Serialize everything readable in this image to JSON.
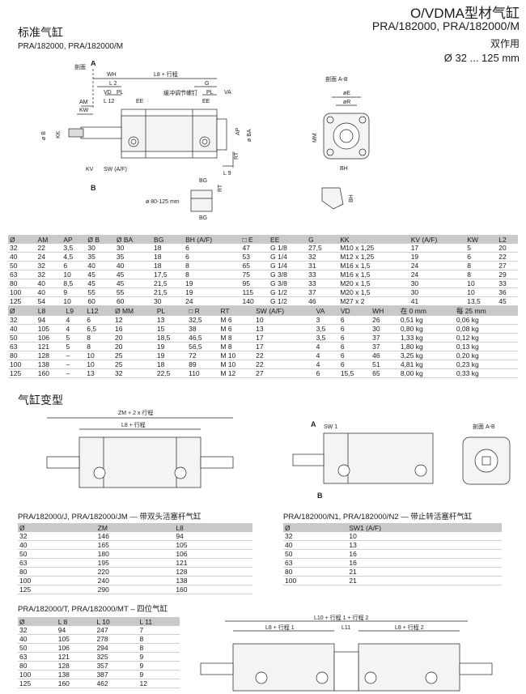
{
  "header": {
    "title_right": "O/VDMA型材气缸",
    "models_right": "PRA/182000, PRA/182000/M",
    "action": "双作用",
    "bore_range": "Ø 32 ... 125 mm",
    "title_left": "标准气缸",
    "models_left": "PRA/182000, PRA/182000/M"
  },
  "drawing1": {
    "section_A": "A",
    "section_B": "B",
    "cut_label": "剖面",
    "l8": "L8 + 行程",
    "wh": "WH",
    "l2": "L 2",
    "g": "G",
    "vd": "VD",
    "pl": "PL",
    "va": "VA",
    "l12": "L 12",
    "ee": "EE",
    "am": "AM",
    "kw": "KW",
    "kk": "KK",
    "b": "ø B",
    "cushion": "缓冲调节螺钉",
    "ap": "AP",
    "ba": "ø BA",
    "kv": "KV",
    "sw": "SW (A/F)",
    "l9": "L 9",
    "rt": "RT",
    "bg": "BG",
    "note": "ø 80-125 mm"
  },
  "drawing2": {
    "section": "剖面 A-B",
    "e": "øE",
    "r": "øR",
    "mm": "MM",
    "bh": "BH"
  },
  "table1": {
    "headers": [
      "Ø",
      "AM",
      "AP",
      "Ø B",
      "Ø BA",
      "BG",
      "BH (A/F)",
      "□ E",
      "EE",
      "G",
      "KK",
      "KV (A/F)",
      "KW",
      "L2"
    ],
    "rows": [
      [
        "32",
        "22",
        "3,5",
        "30",
        "30",
        "18",
        "6",
        "47",
        "G 1/8",
        "27,5",
        "M10 x 1,25",
        "17",
        "5",
        "20"
      ],
      [
        "40",
        "24",
        "4,5",
        "35",
        "35",
        "18",
        "6",
        "53",
        "G 1/4",
        "32",
        "M12 x 1,25",
        "19",
        "6",
        "22"
      ],
      [
        "50",
        "32",
        "6",
        "40",
        "40",
        "18",
        "8",
        "65",
        "G 1/4",
        "31",
        "M16 x 1,5",
        "24",
        "8",
        "27"
      ],
      [
        "63",
        "32",
        "10",
        "45",
        "45",
        "17,5",
        "8",
        "75",
        "G 3/8",
        "33",
        "M16 x 1,5",
        "24",
        "8",
        "29"
      ],
      [
        "80",
        "40",
        "8,5",
        "45",
        "45",
        "21,5",
        "19",
        "95",
        "G 3/8",
        "33",
        "M20 x 1,5",
        "30",
        "10",
        "33"
      ],
      [
        "100",
        "40",
        "9",
        "55",
        "55",
        "21,5",
        "19",
        "115",
        "G 1/2",
        "37",
        "M20 x 1,5",
        "30",
        "10",
        "36"
      ],
      [
        "125",
        "54",
        "10",
        "60",
        "60",
        "30",
        "24",
        "140",
        "G 1/2",
        "46",
        "M27 x 2",
        "41",
        "13,5",
        "45"
      ]
    ]
  },
  "table2": {
    "headers": [
      "Ø",
      "L8",
      "L9",
      "L12",
      "Ø MM",
      "PL",
      "□ R",
      "RT",
      "SW (A/F)",
      "VA",
      "VD",
      "WH",
      "在 0 mm",
      "每 25 mm"
    ],
    "rows": [
      [
        "32",
        "94",
        "4",
        "6",
        "12",
        "13",
        "32,5",
        "M 6",
        "10",
        "3",
        "6",
        "26",
        "0,51 kg",
        "0,06 kg"
      ],
      [
        "40",
        "105",
        "4",
        "6,5",
        "16",
        "15",
        "38",
        "M 6",
        "13",
        "3,5",
        "6",
        "30",
        "0,80 kg",
        "0,08 kg"
      ],
      [
        "50",
        "106",
        "5",
        "8",
        "20",
        "18,5",
        "46,5",
        "M 8",
        "17",
        "3,5",
        "6",
        "37",
        "1,33 kg",
        "0,12 kg"
      ],
      [
        "63",
        "121",
        "5",
        "8",
        "20",
        "19",
        "56,5",
        "M 8",
        "17",
        "4",
        "6",
        "37",
        "1,80 kg",
        "0,13 kg"
      ],
      [
        "80",
        "128",
        "–",
        "10",
        "25",
        "19",
        "72",
        "M 10",
        "22",
        "4",
        "6",
        "46",
        "3,25 kg",
        "0,20 kg"
      ],
      [
        "100",
        "138",
        "–",
        "10",
        "25",
        "18",
        "89",
        "M 10",
        "22",
        "4",
        "6",
        "51",
        "4,81 kg",
        "0,23 kg"
      ],
      [
        "125",
        "160",
        "–",
        "13",
        "32",
        "22,5",
        "110",
        "M 12",
        "27",
        "6",
        "15,5",
        "65",
        "8,00 kg",
        "0,33 kg"
      ]
    ]
  },
  "variants": {
    "title": "气缸变型",
    "zm_label": "ZM + 2 x 行程",
    "l8_label": "L8 + 行程",
    "sw1": "SW 1",
    "a": "A",
    "b": "B",
    "section": "剖面 A-B"
  },
  "jm": {
    "title": "PRA/182000/J, PRA/182000/JM — 带双头活塞杆气缸",
    "headers": [
      "Ø",
      "ZM",
      "L8"
    ],
    "rows": [
      [
        "32",
        "146",
        "94"
      ],
      [
        "40",
        "165",
        "105"
      ],
      [
        "50",
        "180",
        "106"
      ],
      [
        "63",
        "195",
        "121"
      ],
      [
        "80",
        "220",
        "128"
      ],
      [
        "100",
        "240",
        "138"
      ],
      [
        "125",
        "290",
        "160"
      ]
    ]
  },
  "n": {
    "title": "PRA/182000/N1, PRA/182000/N2 — 带止转活塞杆气缸",
    "headers": [
      "Ø",
      "SW1 (A/F)"
    ],
    "rows": [
      [
        "32",
        "10"
      ],
      [
        "40",
        "13"
      ],
      [
        "50",
        "16"
      ],
      [
        "63",
        "16"
      ],
      [
        "80",
        "21"
      ],
      [
        "100",
        "21"
      ]
    ]
  },
  "mt": {
    "title": "PRA/182000/T, PRA/182000/MT – 四位气缸",
    "headers": [
      "Ø",
      "L 8",
      "L 10",
      "L 11"
    ],
    "rows": [
      [
        "32",
        "94",
        "247",
        "7"
      ],
      [
        "40",
        "105",
        "278",
        "8"
      ],
      [
        "50",
        "106",
        "294",
        "8"
      ],
      [
        "63",
        "121",
        "325",
        "9"
      ],
      [
        "80",
        "128",
        "357",
        "9"
      ],
      [
        "100",
        "138",
        "387",
        "9"
      ],
      [
        "125",
        "160",
        "462",
        "12"
      ]
    ]
  },
  "drawing4": {
    "l10": "L10 + 行程 1 + 行程 2",
    "l8a": "L8 + 行程 1",
    "l11": "L11",
    "l8b": "L8 + 行程 2"
  }
}
